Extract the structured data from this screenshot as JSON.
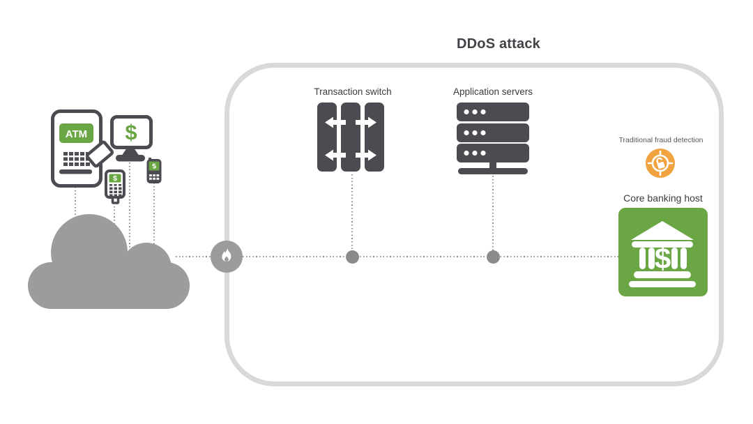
{
  "title": "DDoS attack",
  "labels": {
    "transaction_switch": "Transaction switch",
    "application_servers": "Application servers",
    "fraud_detection": "Traditional fraud detection",
    "core_banking_host": "Core banking host"
  },
  "texts": {
    "atm_label": "ATM",
    "monitor_symbol": "$",
    "pos_symbol": "$",
    "phone_symbol": "$",
    "bank_symbol": "$"
  },
  "icons": {
    "cloud": "cloud-icon",
    "attack_marker": "flame-icon",
    "transaction_switch": "switch-arrows-icon",
    "application_servers": "server-stack-icon",
    "fraud_detection": "target-padlock-icon",
    "core_banking_host": "bank-building-icon",
    "channel_devices": [
      "atm-machine-icon",
      "monitor-dollar-icon",
      "pos-terminal-icon",
      "mobile-phone-icon"
    ]
  },
  "colors": {
    "accent_green": "#6AA744",
    "icon_dark": "#4B4B51",
    "cloud_gray": "#9C9C9C",
    "connector_gray": "#8F8F8F",
    "node_dot_gray": "#8B8B8B",
    "fraud_orange": "#F0A33F",
    "zone_border": "#D9D9D9",
    "title_text": "#3F4347",
    "label_text": "#3B3B3B"
  }
}
